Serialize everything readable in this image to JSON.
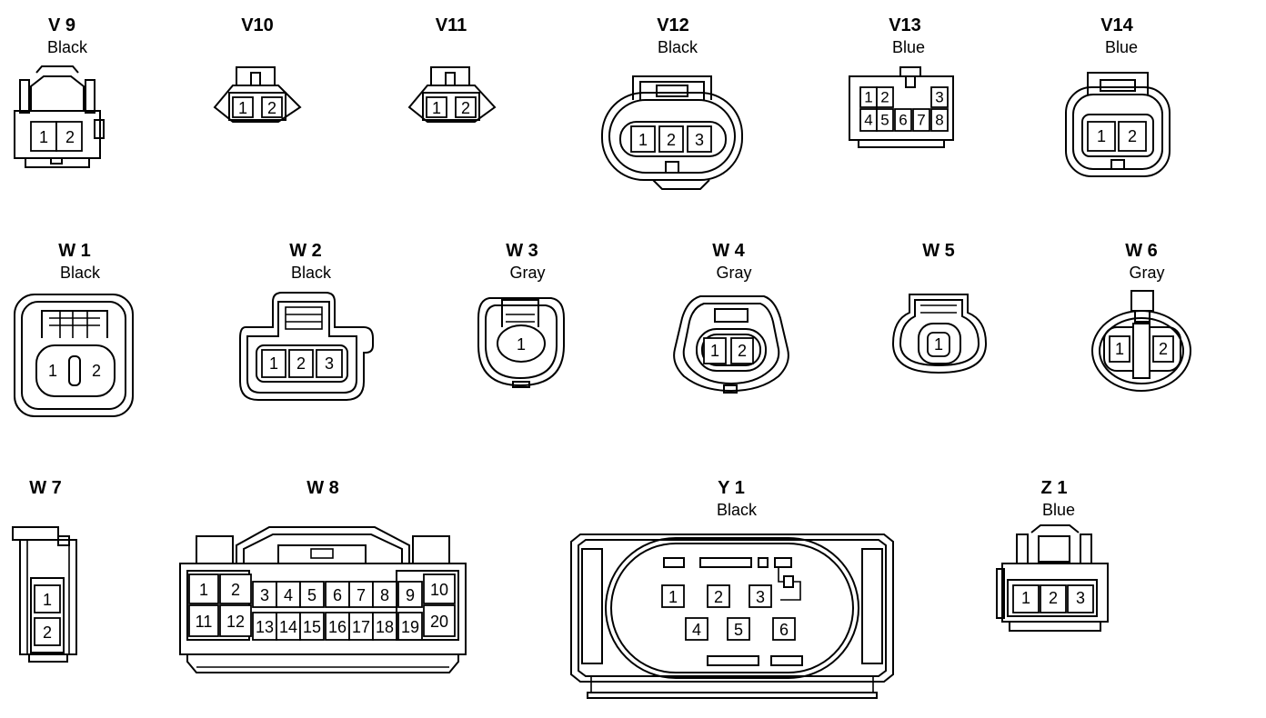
{
  "connectors": [
    {
      "key": "V9",
      "id": "V 9",
      "color": "Black",
      "pins": [
        "1",
        "2"
      ]
    },
    {
      "key": "V10",
      "id": "V10",
      "color": "",
      "pins": [
        "1",
        "2"
      ]
    },
    {
      "key": "V11",
      "id": "V11",
      "color": "",
      "pins": [
        "1",
        "2"
      ]
    },
    {
      "key": "V12",
      "id": "V12",
      "color": "Black",
      "pins": [
        "1",
        "2",
        "3"
      ]
    },
    {
      "key": "V13",
      "id": "V13",
      "color": "Blue",
      "pins": [
        "1",
        "2",
        "3",
        "4",
        "5",
        "6",
        "7",
        "8"
      ]
    },
    {
      "key": "V14",
      "id": "V14",
      "color": "Blue",
      "pins": [
        "1",
        "2"
      ]
    },
    {
      "key": "W1",
      "id": "W 1",
      "color": "Black",
      "pins": [
        "1",
        "2"
      ]
    },
    {
      "key": "W2",
      "id": "W 2",
      "color": "Black",
      "pins": [
        "1",
        "2",
        "3"
      ]
    },
    {
      "key": "W3",
      "id": "W 3",
      "color": "Gray",
      "pins": [
        "1"
      ]
    },
    {
      "key": "W4",
      "id": "W 4",
      "color": "Gray",
      "pins": [
        "1",
        "2"
      ]
    },
    {
      "key": "W5",
      "id": "W 5",
      "color": "",
      "pins": [
        "1"
      ]
    },
    {
      "key": "W6",
      "id": "W 6",
      "color": "Gray",
      "pins": [
        "1",
        "2"
      ]
    },
    {
      "key": "W7",
      "id": "W 7",
      "color": "",
      "pins": [
        "1",
        "2"
      ]
    },
    {
      "key": "W8",
      "id": "W 8",
      "color": "",
      "pins": [
        "1",
        "2",
        "3",
        "4",
        "5",
        "6",
        "7",
        "8",
        "9",
        "10",
        "11",
        "12",
        "13",
        "14",
        "15",
        "16",
        "17",
        "18",
        "19",
        "20"
      ]
    },
    {
      "key": "Y1",
      "id": "Y 1",
      "color": "Black",
      "pins": [
        "1",
        "2",
        "3",
        "4",
        "5",
        "6"
      ]
    },
    {
      "key": "Z1",
      "id": "Z 1",
      "color": "Blue",
      "pins": [
        "1",
        "2",
        "3"
      ]
    }
  ],
  "style": {
    "line_color": "#000000",
    "background": "#ffffff"
  }
}
